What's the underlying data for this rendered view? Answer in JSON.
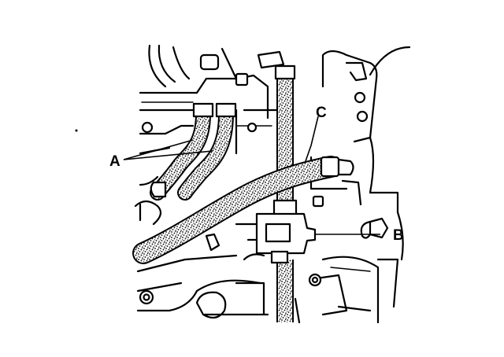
{
  "callouts": {
    "a": "A",
    "b": "B",
    "c": "C"
  },
  "colors": {
    "ink": "#000000",
    "paper": "#ffffff",
    "hose_fill": "#5a5a5a"
  }
}
